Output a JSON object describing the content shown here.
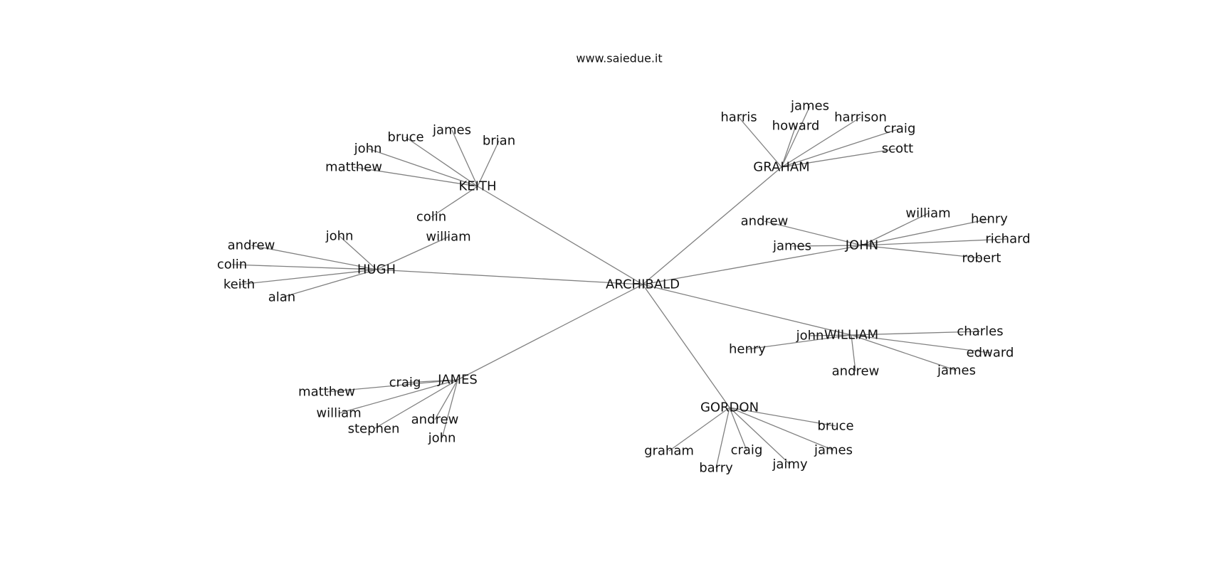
{
  "watermark": "www.saiedue.it",
  "edge_color": "#808080",
  "text_color": "#111111",
  "tree": {
    "root": "ARCHIBALD",
    "branches": [
      {
        "name": "KEITH",
        "children": [
          "brian",
          "james",
          "bruce",
          "john",
          "matthew",
          "colin"
        ]
      },
      {
        "name": "HUGH",
        "children": [
          "william",
          "john",
          "andrew",
          "colin",
          "keith",
          "alan"
        ]
      },
      {
        "name": "JAMES",
        "children": [
          "craig",
          "matthew",
          "william",
          "stephen",
          "andrew",
          "john"
        ]
      },
      {
        "name": "GORDON",
        "children": [
          "graham",
          "barry",
          "craig",
          "jaimy",
          "james",
          "bruce"
        ]
      },
      {
        "name": "WILLIAM",
        "children": [
          "john",
          "henry",
          "andrew",
          "james",
          "edward",
          "charles"
        ]
      },
      {
        "name": "JOHN",
        "children": [
          "andrew",
          "james",
          "william",
          "henry",
          "richard",
          "robert"
        ]
      },
      {
        "name": "GRAHAM",
        "children": [
          "harris",
          "howard",
          "james",
          "harrison",
          "craig",
          "scott"
        ]
      }
    ]
  }
}
